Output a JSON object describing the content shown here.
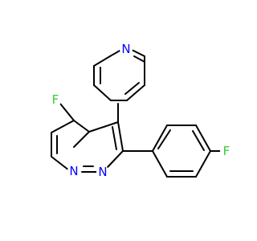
{
  "molecule": {
    "atoms": {
      "f_left": {
        "symbol": "F",
        "color": "#33cc33"
      },
      "f_right": {
        "symbol": "F",
        "color": "#33cc33"
      },
      "n_pyridine": {
        "symbol": "N",
        "color": "#0000ff"
      },
      "n_bridge": {
        "symbol": "N",
        "color": "#0000ff"
      },
      "n_pyrazole": {
        "symbol": "N",
        "color": "#0000ff"
      }
    },
    "bond_color": "#000000"
  }
}
